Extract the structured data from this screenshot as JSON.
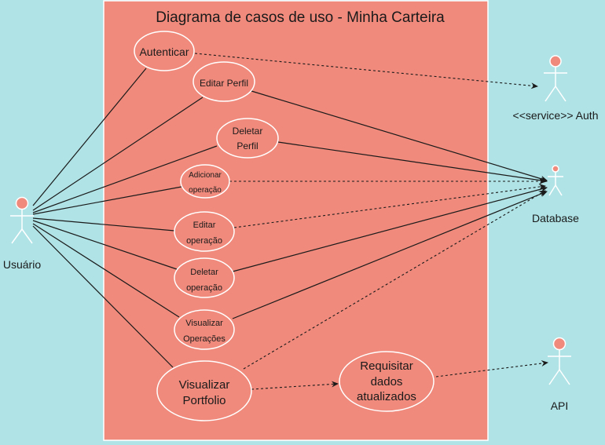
{
  "title": "Diagrama de casos de uso - Minha Carteira",
  "colors": {
    "background": "#b0e3e6",
    "system_box": "#f08a7c",
    "use_case_fill": "#f08a7c",
    "actor_head": "#f08a7c",
    "line": "#1a1a1a"
  },
  "actors": {
    "usuario": "Usuário",
    "auth": "<<service>> Auth",
    "database": "Database",
    "api": "API"
  },
  "use_cases": {
    "autenticar": [
      "Autenticar"
    ],
    "editar_perfil": [
      "Editar Perfil"
    ],
    "deletar_perfil": [
      "Deletar",
      "Perfil"
    ],
    "adicionar_operacao": [
      "Adicionar",
      "operação"
    ],
    "editar_operacao": [
      "Editar",
      "operação"
    ],
    "deletar_operacao": [
      "Deletar",
      "operação"
    ],
    "visualizar_operacoes": [
      "Visualizar",
      "Operações"
    ],
    "visualizar_portfolio": [
      "Visualizar",
      "Portfolio"
    ],
    "requisitar_dados": [
      "Requisitar",
      "dados",
      "atualizados"
    ]
  }
}
